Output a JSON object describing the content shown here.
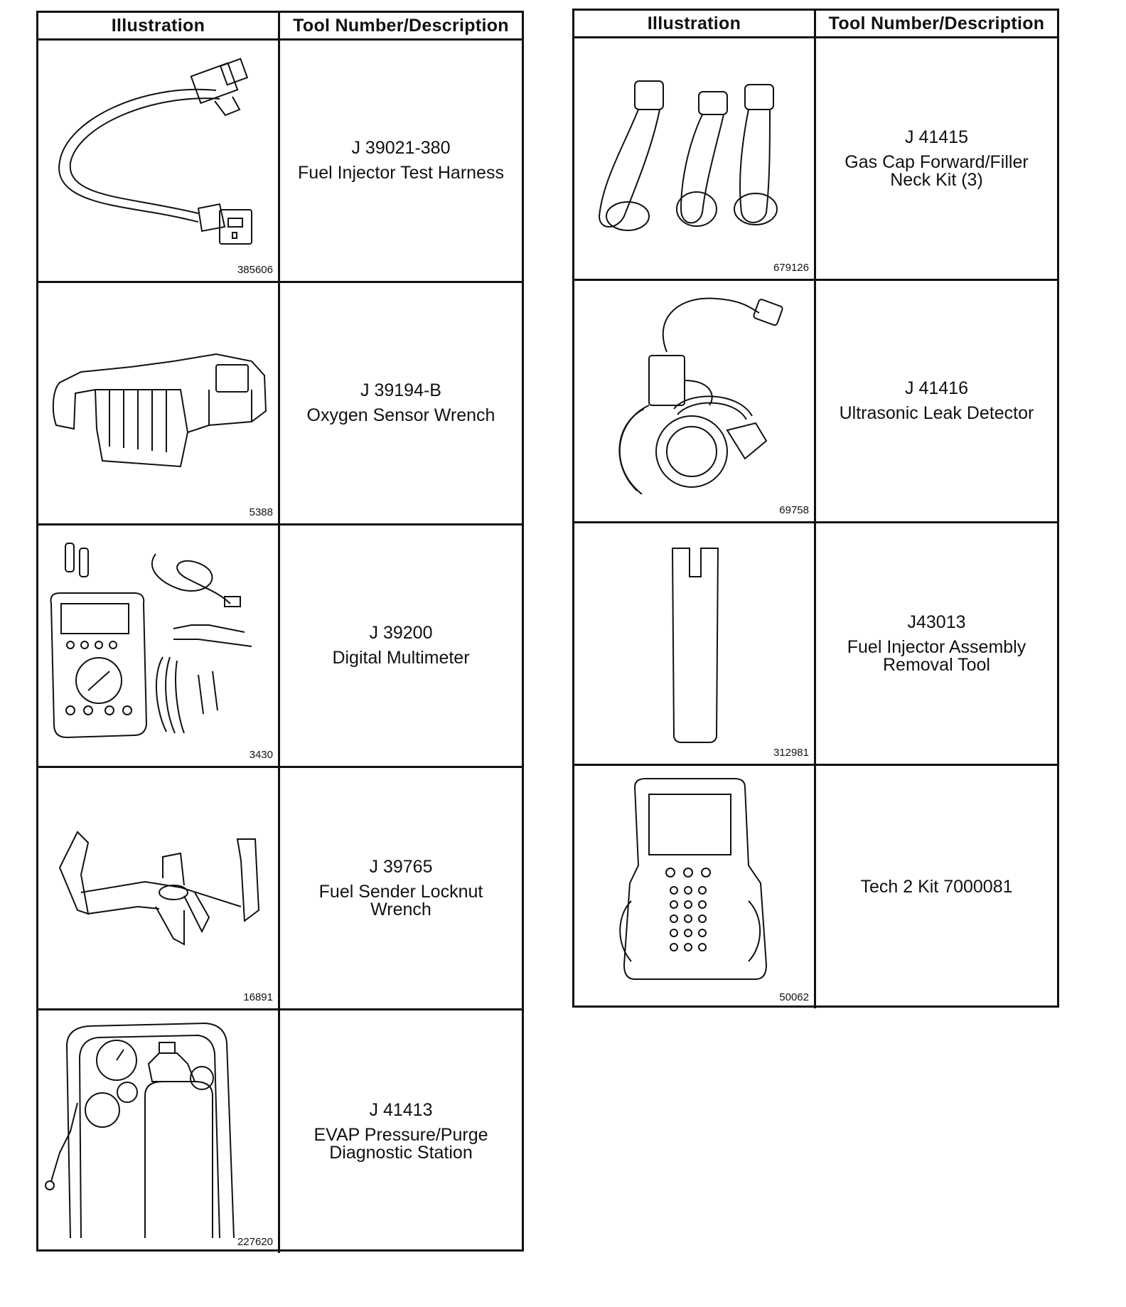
{
  "headers": {
    "illustration": "Illustration",
    "tool": "Tool Number/Description"
  },
  "left": [
    {
      "number": "J 39021-380",
      "name": "Fuel Injector Test Harness",
      "figure": "385606",
      "icon": "test-harness-icon"
    },
    {
      "number": "J 39194-B",
      "name": "Oxygen Sensor Wrench",
      "figure": "5388",
      "icon": "sensor-wrench-icon"
    },
    {
      "number": "J 39200",
      "name": "Digital Multimeter",
      "figure": "3430",
      "icon": "multimeter-icon"
    },
    {
      "number": "J 39765",
      "name": "Fuel Sender Locknut\nWrench",
      "figure": "16891",
      "icon": "locknut-wrench-icon"
    },
    {
      "number": "J 41413",
      "name": "EVAP Pressure/Purge\nDiagnostic Station",
      "figure": "227620",
      "icon": "evap-station-icon"
    }
  ],
  "right": [
    {
      "number": "J 41415",
      "name": "Gas Cap Forward/Filler\nNeck Kit (3)",
      "figure": "679126",
      "icon": "gas-cap-kit-icon"
    },
    {
      "number": "J 41416",
      "name": "Ultrasonic Leak Detector",
      "figure": "69758",
      "icon": "leak-detector-icon"
    },
    {
      "number": "J43013",
      "name": "Fuel Injector Assembly\nRemoval Tool",
      "figure": "312981",
      "icon": "removal-tool-icon"
    },
    {
      "number": "",
      "name": "Tech 2 Kit 7000081",
      "figure": "50062",
      "icon": "tech2-scanner-icon"
    }
  ]
}
